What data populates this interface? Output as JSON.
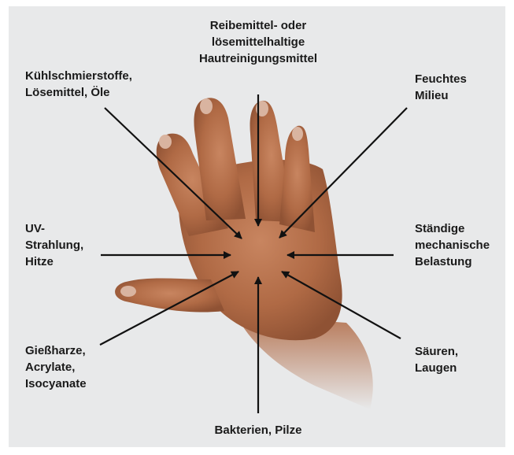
{
  "labels": {
    "top": [
      "Reibemittel- oder",
      "lösemittelhaltige",
      "Hautreinigungsmittel"
    ],
    "top_left": [
      "Kühlschmierstoffe,",
      "Lösemittel, Öle"
    ],
    "top_right": [
      "Feuchtes",
      "Milieu"
    ],
    "left": [
      "UV-",
      "Strahlung,",
      "Hitze"
    ],
    "right": [
      "Ständige",
      "mechanische",
      "Belastung"
    ],
    "bottom_left": [
      "Gießharze,",
      "Acrylate,",
      "Isocyanate"
    ],
    "bottom_right": [
      "Säuren,",
      "Laugen"
    ],
    "bottom": [
      "Bakterien, Pilze"
    ]
  },
  "colors": {
    "background": "#e8e9ea",
    "arrow": "#111111",
    "skin": "#b9744e"
  }
}
